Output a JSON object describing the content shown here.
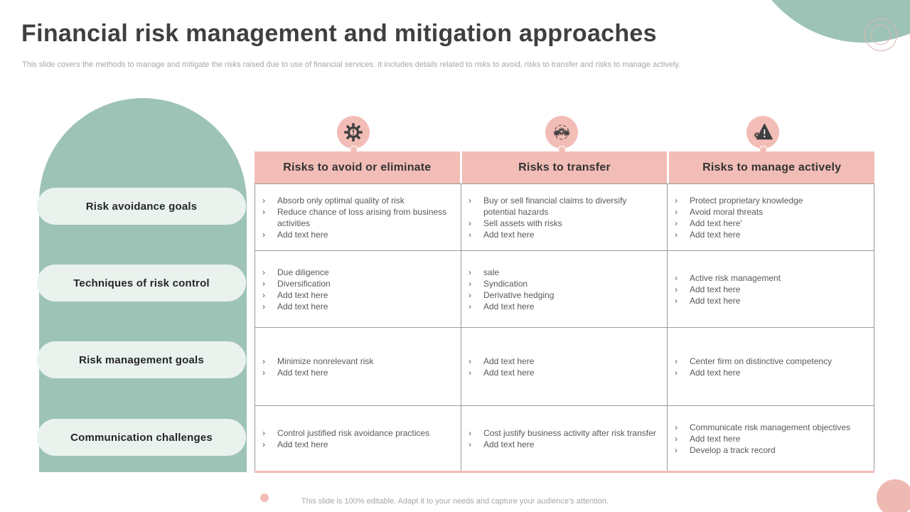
{
  "slide": {
    "title": "Financial risk management and mitigation approaches",
    "subtitle": "This slide covers the methods to manage and mitigate the risks raised due to use of financial services. It includes details related to risks to avoid, risks to transfer and risks to manage actively.",
    "footer": "This slide is 100% editable. Adapt it to your needs and capture your audience’s attention."
  },
  "sidebar": {
    "items": [
      {
        "label": "Risk avoidance goals"
      },
      {
        "label": "Techniques of risk control"
      },
      {
        "label": "Risk management goals"
      },
      {
        "label": "Communication challenges"
      }
    ]
  },
  "table": {
    "bullet": "›",
    "columns": [
      {
        "header": "Risks to avoid or eliminate",
        "icon": "gear-alert-icon"
      },
      {
        "header": "Risks to transfer",
        "icon": "gears-sync-icon"
      },
      {
        "header": "Risks to manage actively",
        "icon": "warning-triangle-gear-icon"
      }
    ],
    "rows": [
      [
        [
          "Absorb only optimal quality of risk",
          "Reduce chance of loss arising from business activities",
          "Add text here"
        ],
        [
          "Buy or sell financial claims to diversify potential hazards",
          "Sell assets with risks",
          "Add text here"
        ],
        [
          "Protect proprietary knowledge",
          "Avoid moral threats",
          "Add text here'",
          "Add text here"
        ]
      ],
      [
        [
          "Due diligence",
          "Diversification",
          "Add text here",
          "Add text here"
        ],
        [
          "sale",
          "Syndication",
          "Derivative hedging",
          "Add text here"
        ],
        [
          "Active risk management",
          "Add text here",
          "Add text here"
        ]
      ],
      [
        [
          "Minimize nonrelevant risk",
          "Add text here"
        ],
        [
          "Add text here",
          "Add text here"
        ],
        [
          "Center firm on distinctive competency",
          "Add text here"
        ]
      ],
      [
        [
          "Control justified risk avoidance practices",
          "Add text here"
        ],
        [
          "Cost justify business activity after risk transfer",
          "Add text here"
        ],
        [
          "Communicate risk management objectives",
          "Add text here",
          "Develop a track record"
        ]
      ]
    ]
  },
  "colors": {
    "teal": "#9dc3b7",
    "pill_bg": "#eaf2ee",
    "pink": "#f2bdb6",
    "pink_ring": "#ddb6b2",
    "pink_circle": "#efb9b3",
    "title_text": "#3f3f3f",
    "muted_text": "#a6a6a6",
    "cell_text": "#595959"
  }
}
